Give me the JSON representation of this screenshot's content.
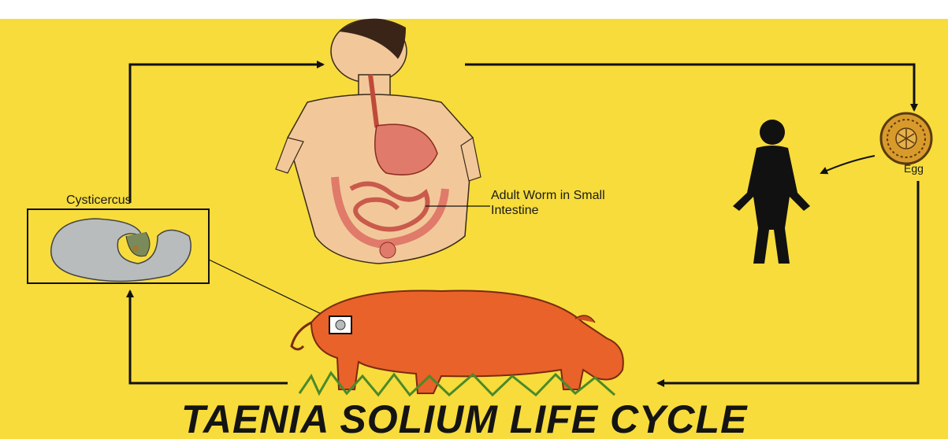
{
  "title": "TAENIA SOLIUM LIFE CYCLE",
  "labels": {
    "cysticercus": "Cysticercus",
    "adult_worm": "Adult Worm in Small Intestine",
    "egg": "Egg"
  },
  "colors": {
    "background": "#f7dc3c",
    "pig": "#e8622a",
    "skin": "#f2c89a",
    "gut": "#e07a6a",
    "silhouette": "#111111",
    "arrow": "#111111"
  }
}
